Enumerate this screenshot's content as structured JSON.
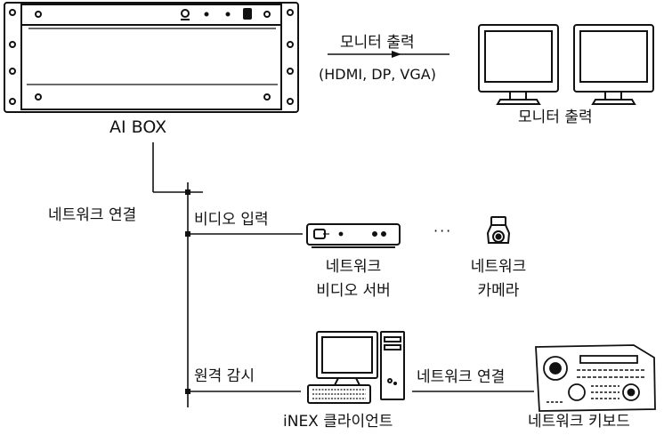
{
  "labels": {
    "ai_box": "AI BOX",
    "monitor_output_arrow": "모니터 출력",
    "monitor_output_ports": "(HDMI, DP, VGA)",
    "monitor_output": "모니터 출력",
    "network_connection_left": "네트워크 연결",
    "video_input": "비디오 입력",
    "network_video_server_line1": "네트워크",
    "network_video_server_line2": "비디오 서버",
    "network_camera_line1": "네트워크",
    "network_camera_line2": "카메라",
    "ellipsis": "···",
    "remote_monitoring": "원격 감시",
    "network_connection_right": "네트워크 연결",
    "inex_client": "iNEX 클라이언트",
    "network_keyboard": "네트워크 키보드"
  },
  "colors": {
    "line": "#111111",
    "device_fill": "#ffffff",
    "screen_fill": "#ffffff"
  }
}
